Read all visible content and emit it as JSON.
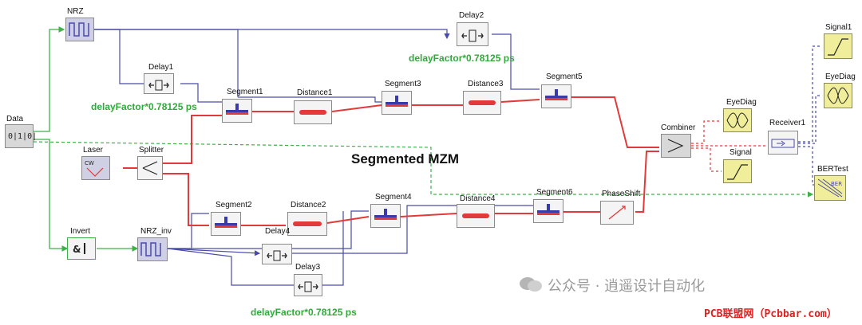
{
  "title": "Segmented MZM",
  "blocks": {
    "data": "Data",
    "nrz": "NRZ",
    "delay1": "Delay1",
    "delay2": "Delay2",
    "delay3": "Delay3",
    "delay4": "Delay4",
    "laser": "Laser",
    "splitter": "Splitter",
    "invert": "Invert",
    "nrz_inv": "NRZ_inv",
    "segment1": "Segment1",
    "segment2": "Segment2",
    "segment3": "Segment3",
    "segment4": "Segment4",
    "segment5": "Segment5",
    "segment6": "Segment6",
    "distance1": "Distance1",
    "distance2": "Distance2",
    "distance3": "Distance3",
    "distance4": "Distance4",
    "phaseshift": "PhaseShift",
    "combiner": "Combiner",
    "eyediag1": "EyeDiag",
    "signal_small": "Signal",
    "receiver": "Receiver1",
    "signal1": "Signal1",
    "eyediag2": "EyeDiag",
    "bertest": "BERTest"
  },
  "notes": {
    "delay_top": "delayFactor*0.78125 ps",
    "delay_mid": "delayFactor*0.78125 ps",
    "delay_bottom": "delayFactor*0.78125 ps"
  },
  "watermark": {
    "wechat": "公众号 · 逍遥设计自动化",
    "site": "PCB联盟网（Pcbbar.com）"
  },
  "colors": {
    "optical": "#e23a3a",
    "electrical": "#4a4aa8",
    "logic": "#3fb04a",
    "note": "#2faa3a",
    "visualizer": "#f0ee9a"
  }
}
